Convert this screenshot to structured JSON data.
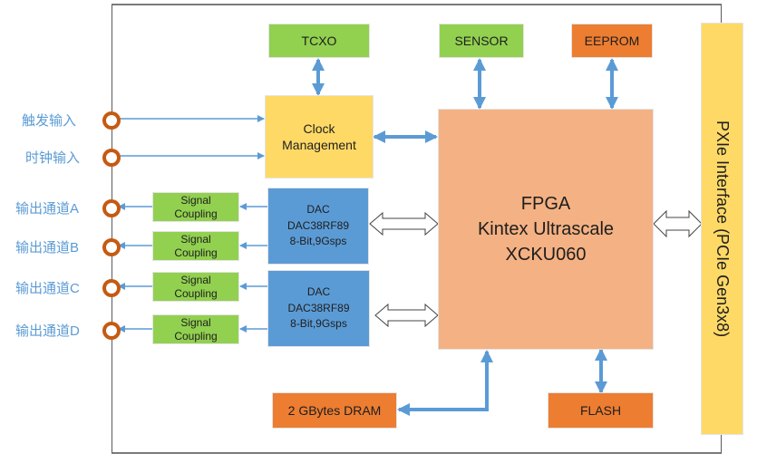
{
  "inputs": [
    {
      "label": "触发输入"
    },
    {
      "label": "时钟输入"
    }
  ],
  "outputs": [
    {
      "label": "输出通道A"
    },
    {
      "label": "输出通道B"
    },
    {
      "label": "输出通道C"
    },
    {
      "label": "输出通道D"
    }
  ],
  "blocks": {
    "tcxo": "TCXO",
    "sensor": "SENSOR",
    "eeprom": "EEPROM",
    "clock_line1": "Clock",
    "clock_line2": "Management",
    "coupling_line1": "Signal",
    "coupling_line2": "Coupling",
    "dac1": {
      "line1": "DAC",
      "line2": "DAC38RF89",
      "line3": "8-Bit,9Gsps"
    },
    "dac2": {
      "line1": "DAC",
      "line2": "DAC38RF89",
      "line3": "8-Bit,9Gsps"
    },
    "fpga": {
      "line1": "FPGA",
      "line2": "Kintex Ultrascale",
      "line3": "XCKU060"
    },
    "dram": "2 GBytes DRAM",
    "flash": "FLASH",
    "pxie": "PXIe Interface (PCIe Gen3x8)"
  },
  "colors": {
    "green": "#92d050",
    "orange": "#ed7d31",
    "yellow": "#ffd966",
    "blue": "#5b9bd5",
    "salmon": "#f4b183",
    "port": "#c55a11",
    "arrow": "#5b9bd5"
  }
}
